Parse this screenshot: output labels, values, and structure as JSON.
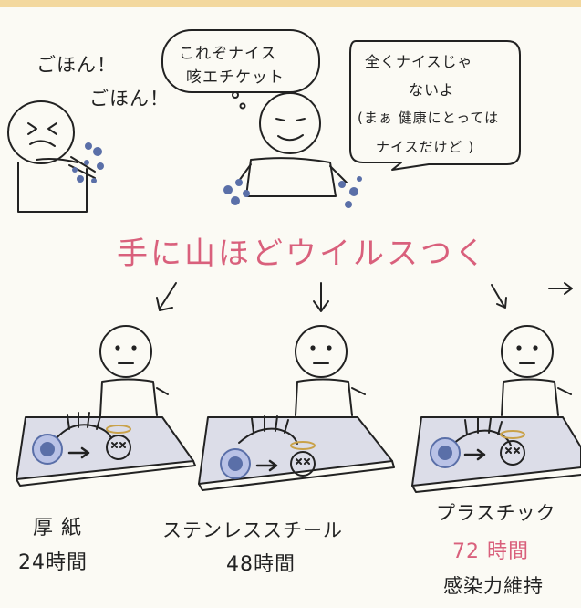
{
  "cough": {
    "line1": "ごほん！",
    "line2": "ごほん！"
  },
  "speech_bubble": {
    "line1": "これぞナイス",
    "line2": "咳エチケット"
  },
  "retort_bubble": {
    "line1": "全くナイスじゃ",
    "line2": "ないよ",
    "line3": "(まぁ 健康にとっては",
    "line4": "ナイスだけど )"
  },
  "headline": "手に山ほどウイルスつく",
  "columns": [
    {
      "material": "厚 紙",
      "time": "24時間"
    },
    {
      "material": "ステンレススチール",
      "time": "48時間"
    },
    {
      "material": "プラスチック",
      "time": "72 時間",
      "note": "感染力維持"
    }
  ],
  "colors": {
    "headline": "#d9607c",
    "virus": "#5a6fa8",
    "time_highlight": "#d9607c",
    "background": "#fbfaf4"
  }
}
